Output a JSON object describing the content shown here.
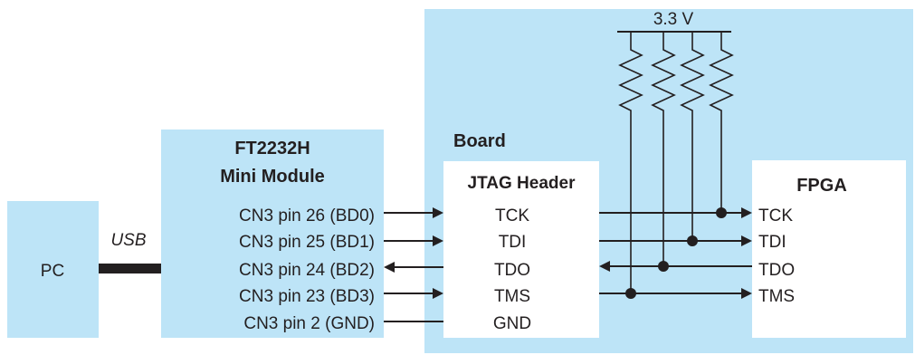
{
  "pc": {
    "label": "PC"
  },
  "usb": {
    "label": "USB"
  },
  "module": {
    "title_line1": "FT2232H",
    "title_line2": "Mini Module",
    "pins": [
      "CN3 pin 26 (BD0)",
      "CN3 pin 25 (BD1)",
      "CN3 pin 24 (BD2)",
      "CN3 pin 23 (BD3)",
      "CN3 pin 2 (GND)"
    ]
  },
  "board": {
    "title": "Board",
    "supply": "3.3 V"
  },
  "jtag_header": {
    "title": "JTAG Header",
    "signals": [
      "TCK",
      "TDI",
      "TDO",
      "TMS",
      "GND"
    ]
  },
  "fpga": {
    "title": "FPGA",
    "signals": [
      "TCK",
      "TDI",
      "TDO",
      "TMS"
    ]
  },
  "colors": {
    "fill": "#bde4f7",
    "line": "#231f20",
    "background": "#ffffff"
  }
}
